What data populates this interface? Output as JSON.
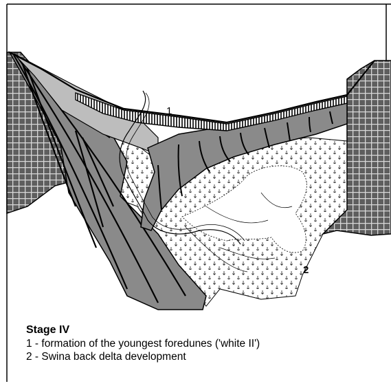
{
  "figure": {
    "labels": [
      {
        "id": "1",
        "text": "1"
      },
      {
        "id": "2",
        "text": "2"
      }
    ],
    "legend": {
      "title": "Stage IV",
      "items": [
        "1 - formation of the youngest foredunes ('white II')",
        "2 - Swina back delta development"
      ]
    }
  },
  "colors": {
    "ink": "#000000",
    "background": "#ffffff",
    "upland_fill": "#5e5e5e",
    "upland_grid": "#d8d8d8",
    "spit_dark": "#8a8a8a",
    "spit_light": "#bdbdbd",
    "delta_pattern": "#222222"
  }
}
